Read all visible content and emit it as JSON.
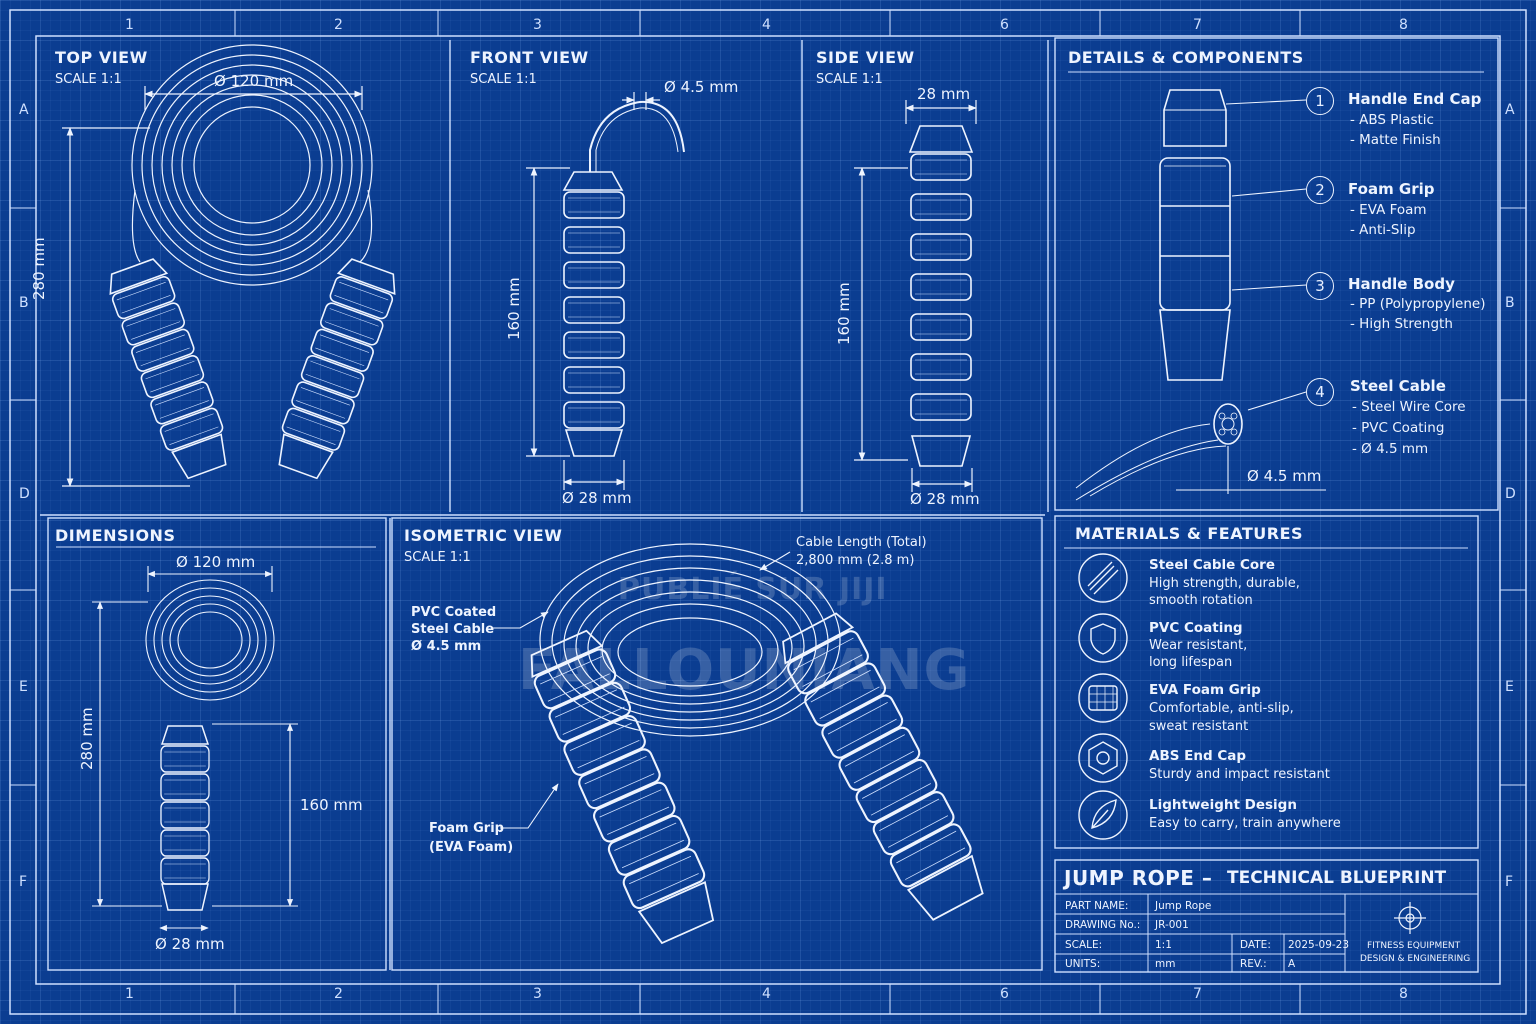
{
  "grid": {
    "cols": [
      "1",
      "2",
      "3",
      "4",
      "6",
      "7",
      "8"
    ],
    "rows": [
      "A",
      "B",
      "D",
      "E",
      "F"
    ]
  },
  "top_view": {
    "title": "TOP VIEW",
    "scale": "SCALE 1:1",
    "diameter": "Ø 120 mm",
    "height": "280 mm"
  },
  "front_view": {
    "title": "FRONT VIEW",
    "scale": "SCALE 1:1",
    "cable": "Ø 4.5 mm",
    "length": "160 mm",
    "width": "Ø 28 mm"
  },
  "side_view": {
    "title": "SIDE VIEW",
    "scale": "SCALE 1:1",
    "top": "28 mm",
    "length": "160 mm",
    "width": "Ø 28 mm"
  },
  "details": {
    "title": "DETAILS & COMPONENTS",
    "items": [
      {
        "num": "1",
        "title": "Handle End Cap",
        "lines": [
          "- ABS Plastic",
          "- Matte Finish"
        ]
      },
      {
        "num": "2",
        "title": "Foam Grip",
        "lines": [
          "- EVA Foam",
          "- Anti-Slip"
        ]
      },
      {
        "num": "3",
        "title": "Handle Body",
        "lines": [
          "- PP (Polypropylene)",
          "- High Strength"
        ]
      },
      {
        "num": "4",
        "title": "Steel Cable",
        "lines": [
          "- Steel Wire Core",
          "- PVC Coating",
          "- Ø 4.5 mm"
        ]
      }
    ],
    "cable_dim": "Ø 4.5 mm"
  },
  "dimensions": {
    "title": "DIMENSIONS",
    "diameter": "Ø 120 mm",
    "height": "280 mm",
    "handle": "160 mm",
    "width": "Ø 28 mm"
  },
  "isometric": {
    "title": "ISOMETRIC VIEW",
    "scale": "SCALE 1:1",
    "cable_length_1": "Cable Length (Total)",
    "cable_length_2": "2,800 mm (2.8 m)",
    "pvc_1": "PVC Coated",
    "pvc_2": "Steel Cable",
    "pvc_3": "Ø 4.5 mm",
    "foam_1": "Foam Grip",
    "foam_2": "(EVA Foam)"
  },
  "materials": {
    "title": "MATERIALS & FEATURES",
    "items": [
      {
        "icon": "cable-icon",
        "title": "Steel Cable Core",
        "lines": [
          "High strength, durable,",
          "smooth rotation"
        ]
      },
      {
        "icon": "shield-icon",
        "title": "PVC Coating",
        "lines": [
          "Wear resistant,",
          "long lifespan"
        ]
      },
      {
        "icon": "foam-icon",
        "title": "EVA Foam Grip",
        "lines": [
          "Comfortable, anti-slip,",
          "sweat resistant"
        ]
      },
      {
        "icon": "hexagon-icon",
        "title": "ABS End Cap",
        "lines": [
          "Sturdy and impact resistant"
        ]
      },
      {
        "icon": "feather-icon",
        "title": "Lightweight Design",
        "lines": [
          "Easy to carry, train anywhere"
        ]
      }
    ]
  },
  "title_block": {
    "title_a": "JUMP ROPE –",
    "title_b": "TECHNICAL BLUEPRINT",
    "part_name_label": "PART NAME:",
    "part_name": "Jump Rope",
    "drawing_label": "DRAWING No.:",
    "drawing": "JR-001",
    "scale_label": "SCALE:",
    "scale": "1:1",
    "date_label": "DATE:",
    "date": "2025-09-23",
    "units_label": "UNITS:",
    "units": "mm",
    "rev_label": "REV.:",
    "rev": "A",
    "company_1": "FITNESS EQUIPMENT",
    "company_2": "DESIGN & ENGINEERING"
  },
  "watermark": {
    "line1": "PUBLIÉ SUR JIJI",
    "line2": "FALLOUNIANG"
  }
}
